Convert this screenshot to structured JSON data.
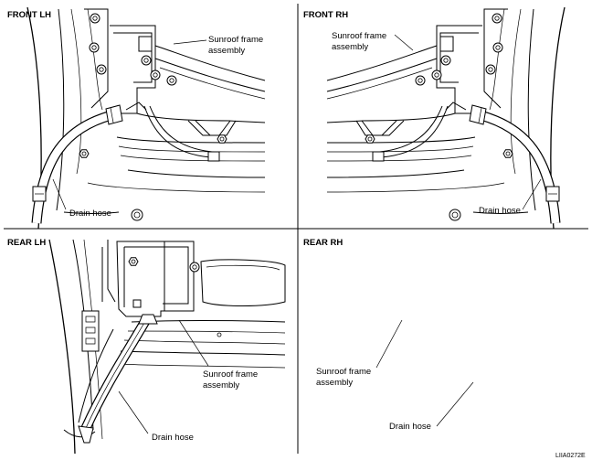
{
  "panels": [
    {
      "title": "FRONT LH",
      "labels": [
        "Sunroof frame",
        "assembly",
        "Drain hose"
      ]
    },
    {
      "title": "FRONT RH",
      "labels": [
        "Sunroof frame",
        "assembly",
        "Drain hose"
      ]
    },
    {
      "title": "REAR LH",
      "labels": [
        "Sunroof frame",
        "assembly",
        "Drain hose"
      ]
    },
    {
      "title": "REAR RH",
      "labels": [
        "Sunroof frame",
        "assembly",
        "Drain hose"
      ]
    }
  ],
  "figure_id": "LIIA0272E"
}
